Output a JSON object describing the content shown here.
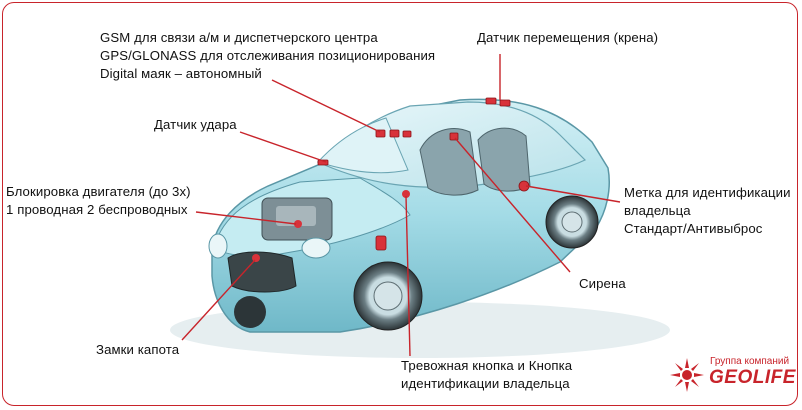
{
  "labels": {
    "comm": [
      "GSM для связи а/м и диспетчерского центра",
      "GPS/GLONASS для отслеживания позиционирования",
      "Digital маяк – автономный"
    ],
    "tilt": "Датчик перемещения (крена)",
    "shock": "Датчик удара",
    "engine": [
      "Блокировка двигателя (до 3х)",
      "1 проводная 2 беспроводных"
    ],
    "tag": [
      "Метка для идентификации",
      "владельца",
      "Стандарт/Антивыброс"
    ],
    "siren": "Сирена",
    "hood": "Замки капота",
    "panic": [
      "Тревожная кнопка и Кнопка",
      "идентификации владельца"
    ]
  },
  "brand": {
    "subtitle": "Группа компаний",
    "name": "GEOLIFE"
  },
  "colors": {
    "accent": "#c8242b",
    "car_body": "#9fd8e3",
    "text": "#111111"
  }
}
